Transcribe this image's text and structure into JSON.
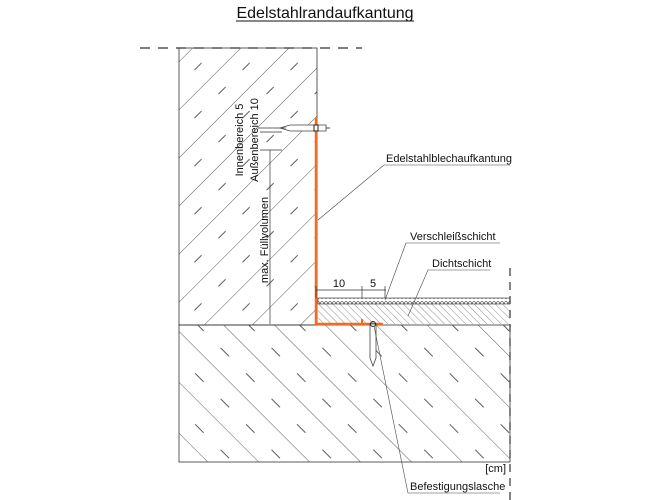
{
  "title": "Edelstahlrandaufkantung",
  "labels": {
    "sheet": "Edelstahlblechaufkantung",
    "wear_layer": "Verschleißschicht",
    "seal_layer": "Dichtschicht",
    "fastening": "Befestigungslasche",
    "unit": "[cm]",
    "inner": "Innenbereich 5",
    "outer": "Außenbereich 10",
    "fill": "max. Füllvolumen",
    "dim_10": "10",
    "dim_5": "5"
  },
  "colors": {
    "sheet": "#f26b21",
    "line": "#333333"
  }
}
